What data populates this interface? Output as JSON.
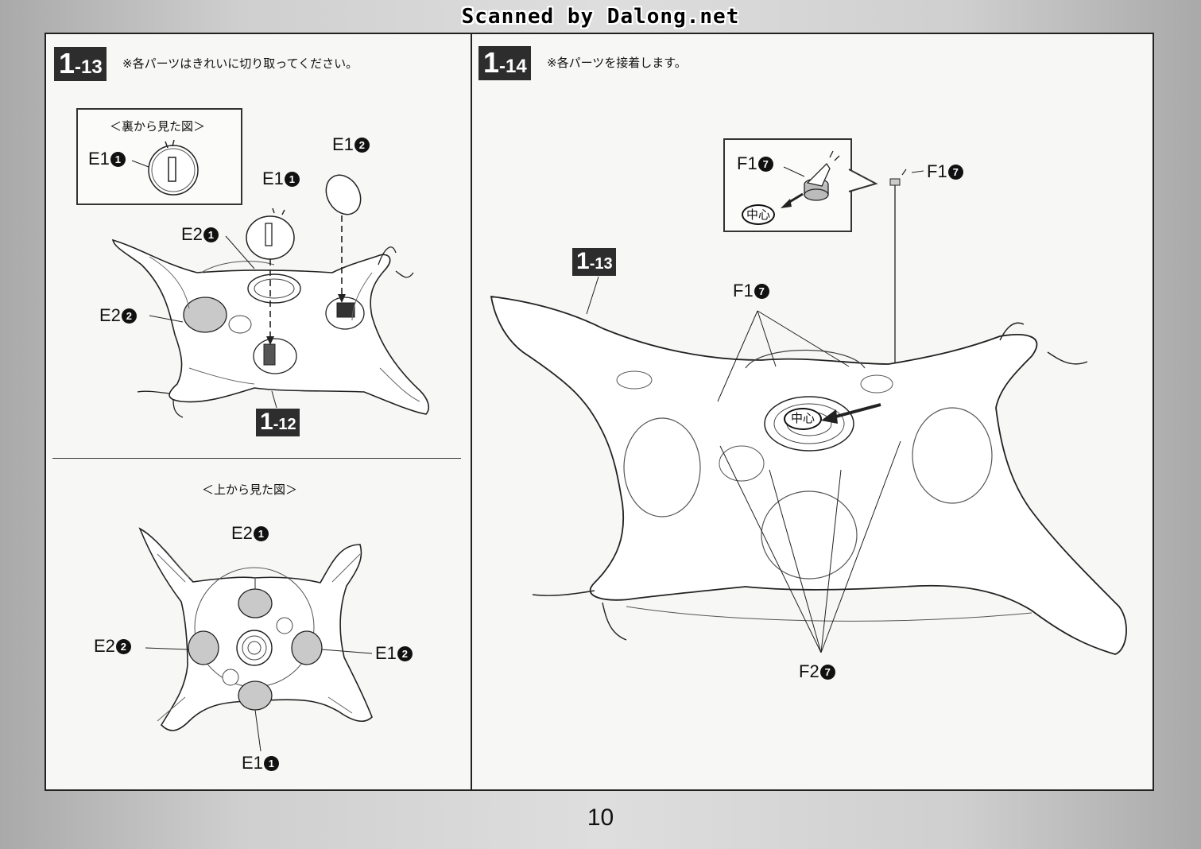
{
  "scan_credit": "Scanned by Dalong.net",
  "page_number": "10",
  "step_1_13": {
    "badge_major": "1",
    "badge_minor": "-13",
    "note": "※各パーツはきれいに切り取ってください。",
    "back_view_caption": "＜裏から見た図＞",
    "top_view_caption": "＜上から見た図＞",
    "labels": {
      "inset_e1_1": {
        "part": "E1",
        "num": "1"
      },
      "e1_2": {
        "part": "E1",
        "num": "2"
      },
      "e1_1": {
        "part": "E1",
        "num": "1"
      },
      "e2_1": {
        "part": "E2",
        "num": "1"
      },
      "e2_2": {
        "part": "E2",
        "num": "2"
      },
      "ref_badge_major": "1",
      "ref_badge_minor": "-12",
      "top_e2_1": {
        "part": "E2",
        "num": "1"
      },
      "top_e2_2": {
        "part": "E2",
        "num": "2"
      },
      "top_e1_2": {
        "part": "E1",
        "num": "2"
      },
      "top_e1_1": {
        "part": "E1",
        "num": "1"
      }
    }
  },
  "step_1_14": {
    "badge_major": "1",
    "badge_minor": "-14",
    "note": "※各パーツを接着します。",
    "ref_badge_major": "1",
    "ref_badge_minor": "-13",
    "center_mark": "中心",
    "labels": {
      "inset_f1_7": {
        "part": "F1",
        "num": "7"
      },
      "f1_7_right": {
        "part": "F1",
        "num": "7"
      },
      "f1_7_mid": {
        "part": "F1",
        "num": "7"
      },
      "f2_7": {
        "part": "F2",
        "num": "7"
      }
    }
  }
}
